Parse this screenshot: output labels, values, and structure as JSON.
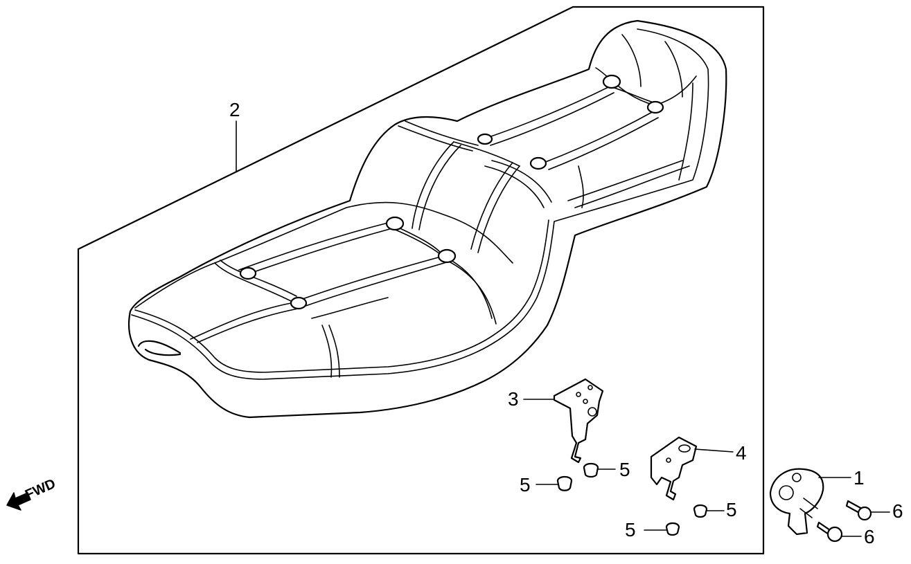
{
  "callouts": {
    "part_1": "1",
    "part_2": "2",
    "part_3": "3",
    "part_4": "4",
    "part_5_a": "5",
    "part_5_b": "5",
    "part_5_c": "5",
    "part_5_d": "5",
    "part_6_a": "6",
    "part_6_b": "6"
  },
  "direction_label": "FWD",
  "colors": {
    "ink": "#000000",
    "paper": "#ffffff"
  }
}
